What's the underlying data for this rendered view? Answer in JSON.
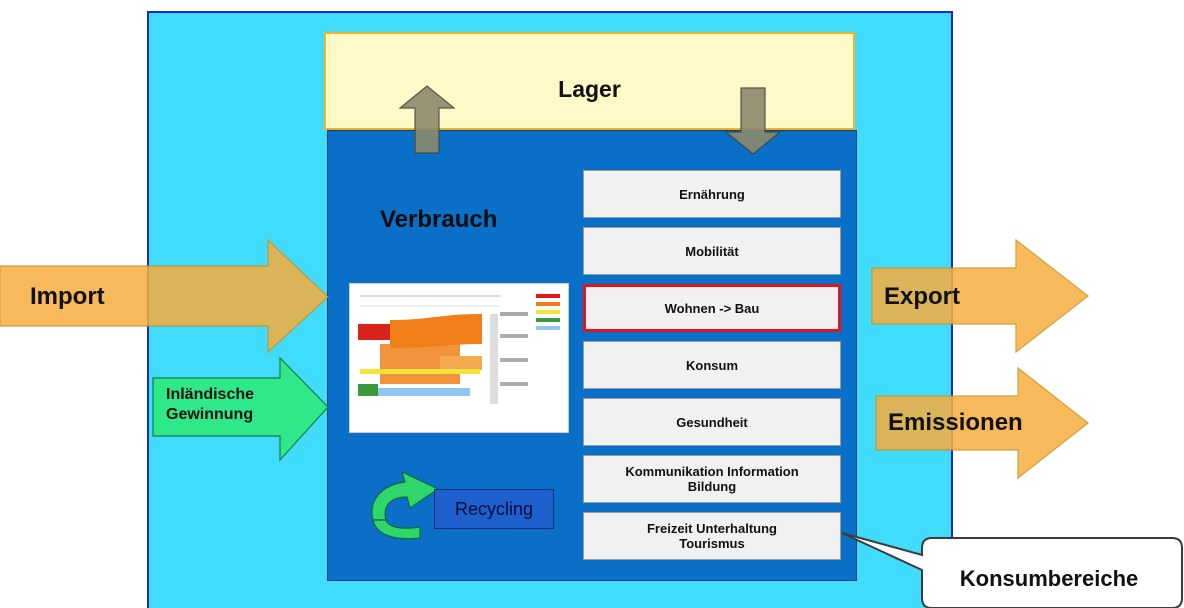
{
  "storage": {
    "label": "Lager"
  },
  "consumption": {
    "label": "Verbrauch"
  },
  "categories": [
    {
      "label": "Ernährung",
      "highlighted": false
    },
    {
      "label": "Mobilität",
      "highlighted": false
    },
    {
      "label": "Wohnen -> Bau",
      "highlighted": true
    },
    {
      "label": "Konsum",
      "highlighted": false
    },
    {
      "label": "Gesundheit",
      "highlighted": false
    },
    {
      "label": "Kommunikation Information\nBildung",
      "highlighted": false
    },
    {
      "label": "Freizeit Unterhaltung\nTourismus",
      "highlighted": false
    }
  ],
  "inputs": {
    "import": "Import",
    "domestic_extraction": "Inländische\nGewinnung"
  },
  "outputs": {
    "export": "Export",
    "emissions": "Emissionen"
  },
  "recycling": {
    "label": "Recycling"
  },
  "callout": {
    "label": "Konsumbereiche"
  },
  "colors": {
    "outer_fill": "#41dcfb",
    "consumption_fill": "#0a6fc7",
    "storage_fill": "#fdfac8",
    "arrow_orange": "#f6ad3d",
    "arrow_green": "#2fe88a",
    "highlight_border": "#e0161b"
  }
}
